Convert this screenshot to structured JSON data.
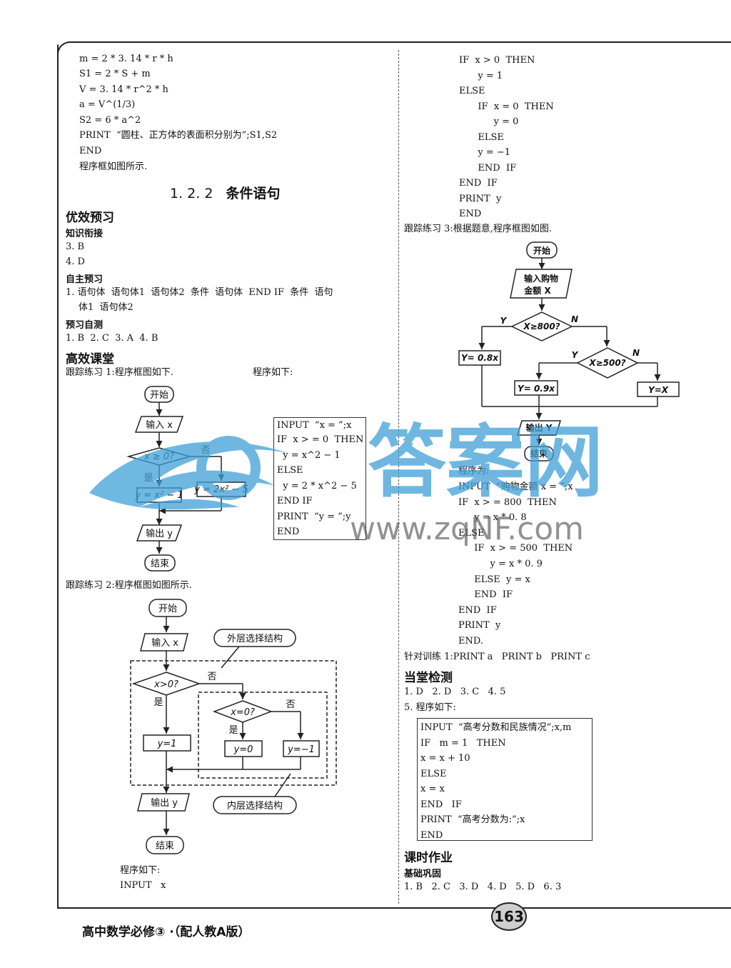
{
  "top_code": [
    "m = 2 * 3. 14 * r * h",
    "S1 = 2 * S + m",
    "V = 3. 14 * r^2 * h",
    "a = V^(1/3)",
    "S2 = 6 * a^2",
    "PRINT  “圆柱、正方体的表面积分别为”;S1,S2",
    "END",
    "程序框如图所示."
  ],
  "chapter_num": "1. 2. 2",
  "chapter_title": "条件语句",
  "youxiao": "优效预习",
  "zhishi": "知识衔接",
  "zhishi_ans": [
    "3. B",
    "4. D"
  ],
  "zizhu": "自主预习",
  "zizhu_ans1": "1. 语句体  语句体1  语句体2  条件  语句体  END IF  条件  语句",
  "zizhu_ans2": "体1  语句体2",
  "yuxi": "预习自测",
  "yuxi_ans": "1. B  2. C  3. A  4. B",
  "gaoxiao": "高效课堂",
  "gz1": "跟踪练习 1:程序框图如下.",
  "gz1_prog": "程序如下:",
  "fc1": {
    "start": "开始",
    "input": "输入 x",
    "cond": "x ≥ 0?",
    "no": "否",
    "yes": "是",
    "box1": "y = x² − 1",
    "box2": "y = 2x² − 5",
    "output": "输出 y",
    "end": "结束"
  },
  "code1": [
    "INPUT  “x = ”;x",
    "IF  x > = 0  THEN",
    "  y = x^2 − 1",
    "ELSE",
    "  y = 2 * x^2 − 5",
    "END IF",
    "PRINT  “y = ”;y",
    "END"
  ],
  "gz2": "跟踪练习 2:程序框图如图所示.",
  "fc2": {
    "start": "开始",
    "input": "输入 x",
    "outer": "外层选择结构",
    "cond1": "x>0?",
    "no1": "否",
    "yes1": "是",
    "cond2": "x=0?",
    "no2": "否",
    "yes2": "是",
    "box1": "y=1",
    "box2": "y=0",
    "box3": "y=−1",
    "output": "输出 y",
    "inner": "内层选择结构",
    "end": "结束"
  },
  "prog2_label": "程序如下:",
  "prog2_input": "INPUT   x",
  "right_code": [
    "IF  x > 0  THEN",
    "   y = 1",
    "ELSE",
    "   IF  x = 0  THEN",
    "     y = 0",
    "   ELSE",
    "   y = −1",
    "   END  IF",
    "END  IF",
    "PRINT  y",
    "END"
  ],
  "right_code_indent": [
    0,
    1,
    0,
    1,
    2,
    1,
    1,
    1,
    0,
    0,
    0
  ],
  "gz3": "跟踪练习 3:根据题意,程序框图如图.",
  "fc3": {
    "start": "开始",
    "input1": "输入购物",
    "input2": "金额 X",
    "cond1": "X≥800?",
    "y1": "Y",
    "n1": "N",
    "box1": "Y= 0.8x",
    "cond2": "X≥500?",
    "y2": "Y",
    "n2": "N",
    "box2": "Y= 0.9x",
    "box3": "Y=X",
    "output": "输出 Y",
    "end": "结束"
  },
  "prog3_label": "程序为:",
  "code3": [
    "INPUT  “购物金额 x = ”;x",
    "IF  x > = 800  THEN",
    "  y = x * 0. 8",
    "ELSE",
    "  IF  x > = 500  THEN",
    "    y = x * 0. 9",
    "  ELSE  y = x",
    "  END  IF",
    "END  IF",
    "PRINT  y",
    "END."
  ],
  "code3_indent": [
    0,
    0,
    1,
    0,
    1,
    2,
    1,
    1,
    0,
    0,
    0
  ],
  "zhendui": "针对训练 1:PRINT a   PRINT b   PRINT c",
  "dangtang": "当堂检测",
  "dangtang_ans": "1. D   2. D   3. C   4. 5",
  "q5": "5. 程序如下:",
  "code5": [
    "INPUT  “高考分数和民族情况”;x,m",
    "IF   m = 1   THEN",
    "x = x + 10",
    "ELSE",
    "x = x",
    "END   IF",
    "PRINT  “高考分数为:”;x",
    "END"
  ],
  "keshi": "课时作业",
  "jichu": "基础巩固",
  "jichu_ans": "1. B   2. C   3. D   4. D   5. D   6. 3",
  "page_num": "163",
  "footer": "高中数学必修③ ·（配人教A版）",
  "watermark_cn": "答案网",
  "watermark_url": "www.zqNF.com"
}
